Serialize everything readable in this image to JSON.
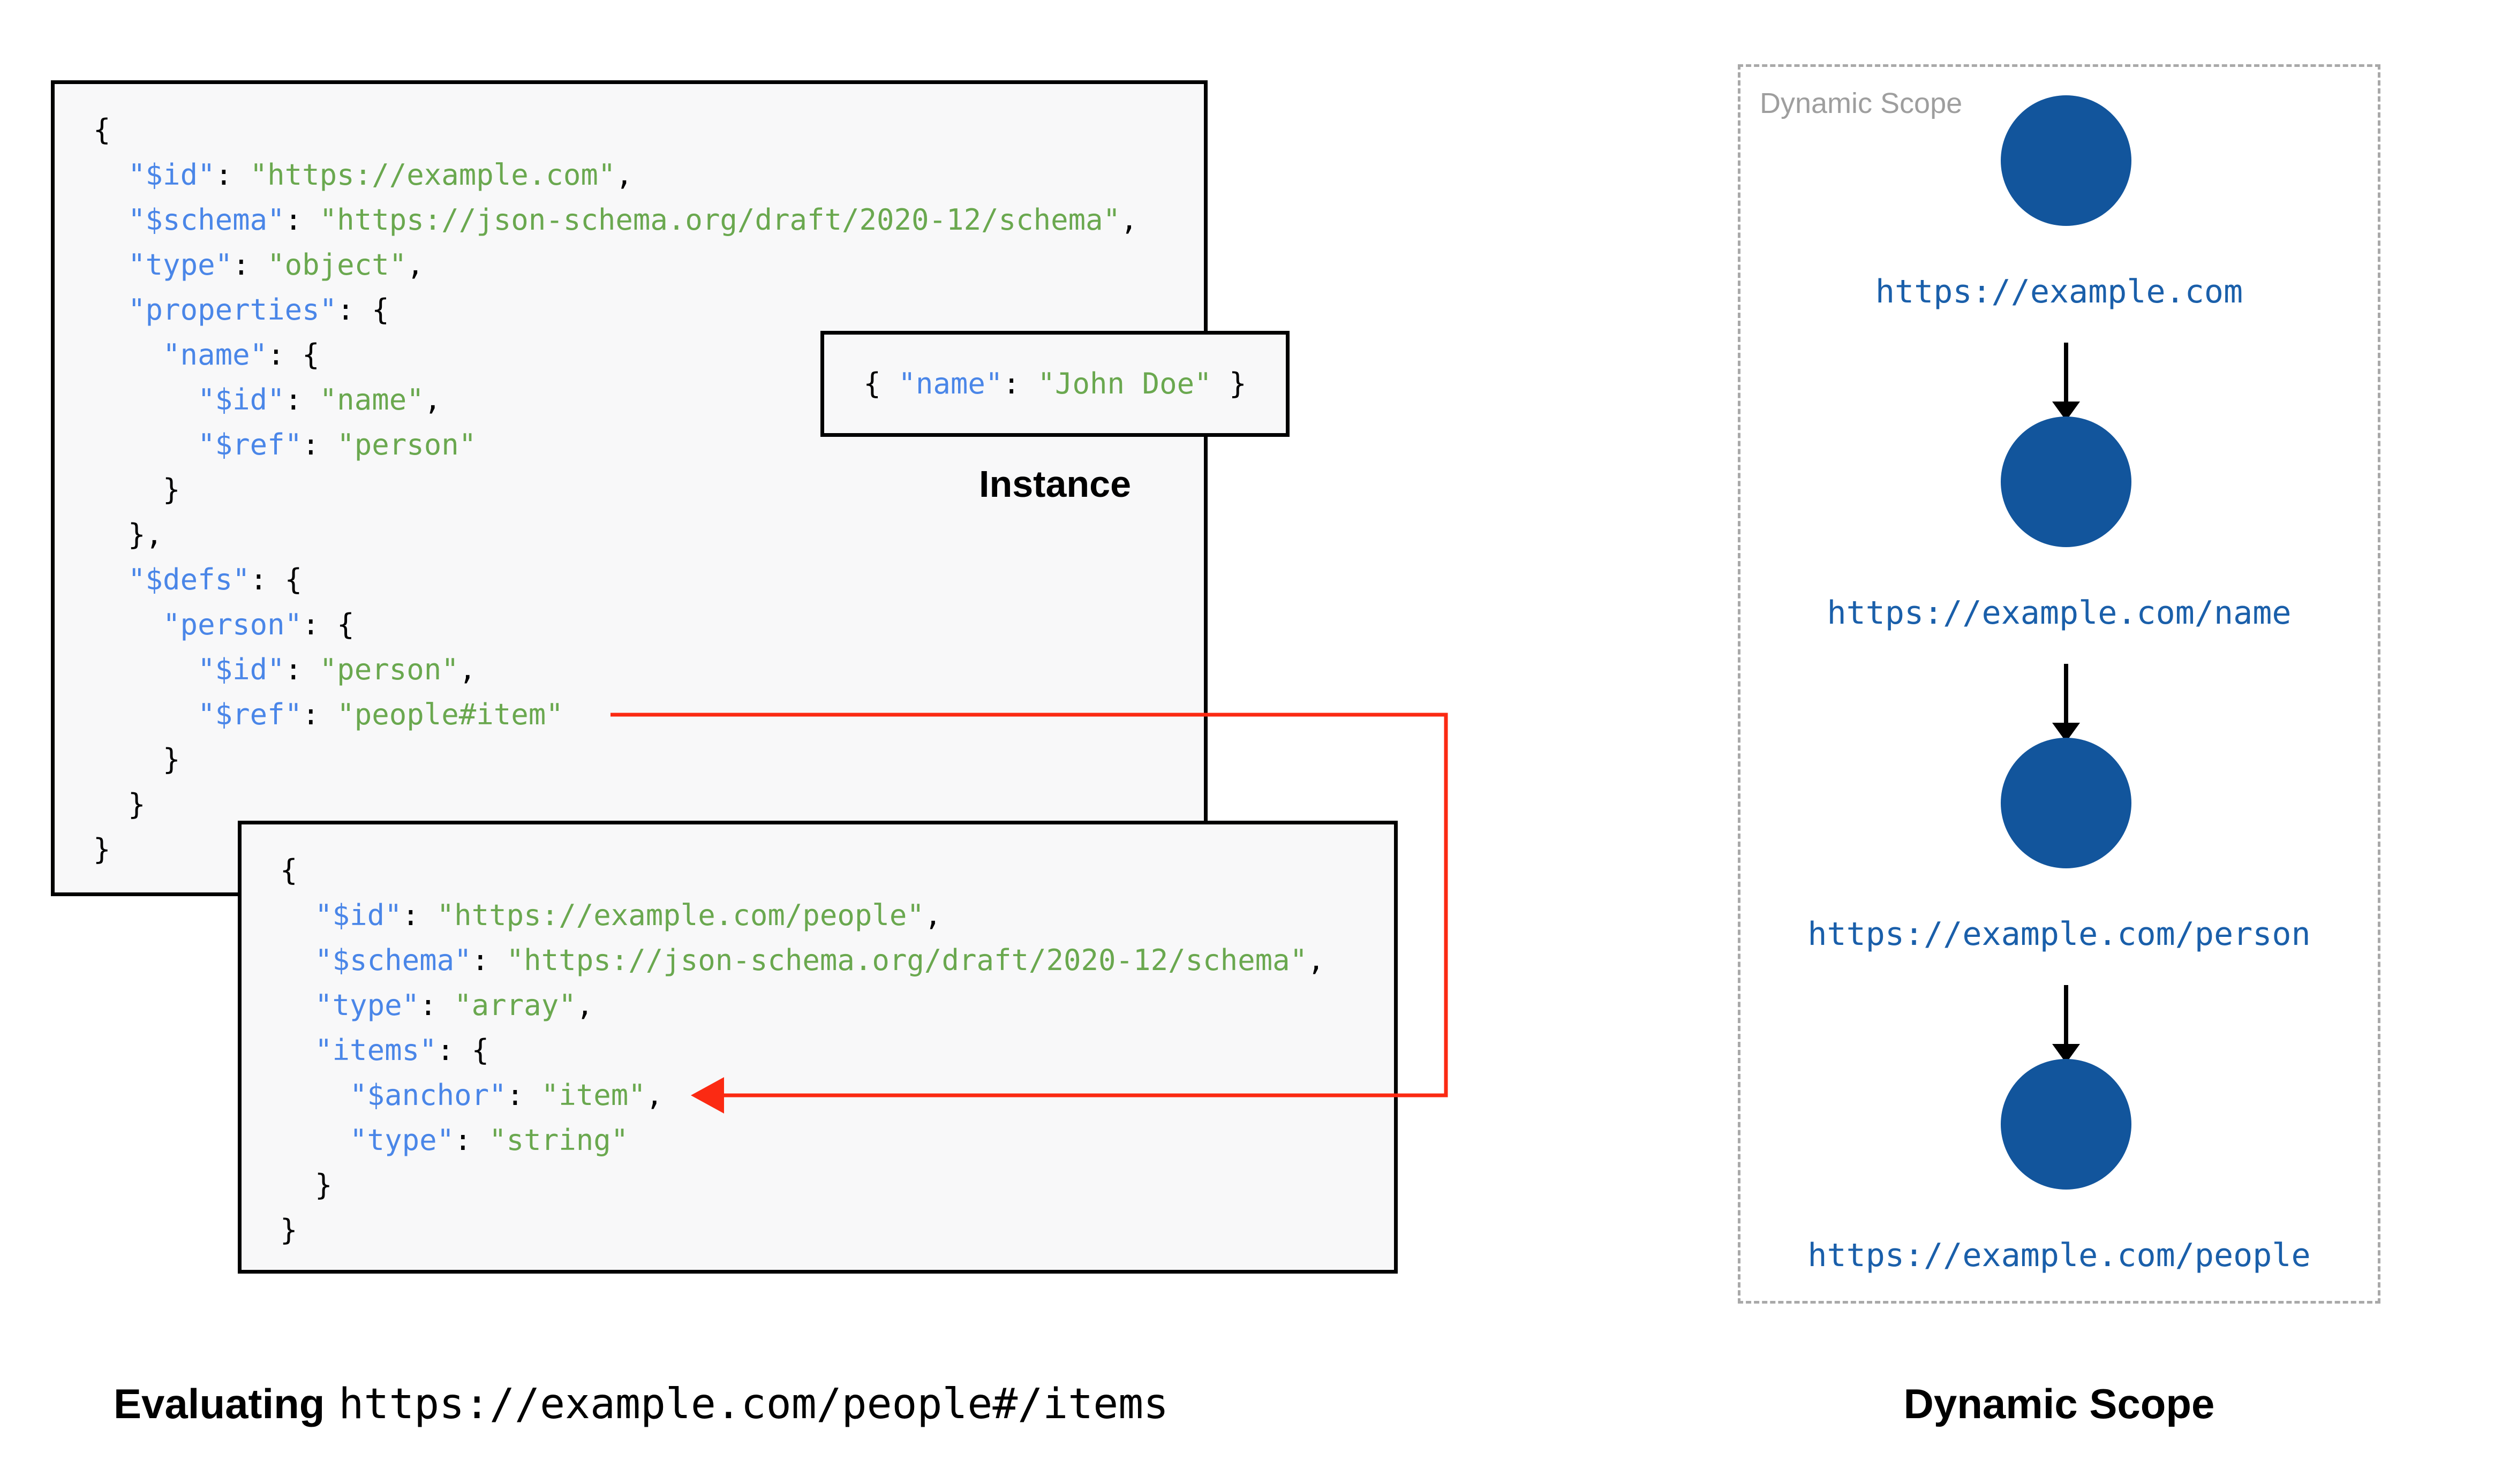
{
  "palette": {
    "key_color": "#4a86e8",
    "string_color": "#6aa84f",
    "punctuation_color": "#000000",
    "circle_color": "#12559c",
    "node_label_color": "#1a5faa",
    "arrow_red": "#fb2a13",
    "box_background": "#f8f8f9",
    "box_border": "#000000",
    "dashed_border": "#a9a9a9",
    "panel_label_gray": "#9e9e9e"
  },
  "schema1": {
    "lines": [
      [
        {
          "c": "p",
          "t": "{"
        }
      ],
      [
        {
          "c": "p",
          "t": "  "
        },
        {
          "c": "k",
          "t": "\"$id\""
        },
        {
          "c": "p",
          "t": ": "
        },
        {
          "c": "s",
          "t": "\"https://example.com\""
        },
        {
          "c": "p",
          "t": ","
        }
      ],
      [
        {
          "c": "p",
          "t": "  "
        },
        {
          "c": "k",
          "t": "\"$schema\""
        },
        {
          "c": "p",
          "t": ": "
        },
        {
          "c": "s",
          "t": "\"https://json-schema.org/draft/2020-12/schema\""
        },
        {
          "c": "p",
          "t": ","
        }
      ],
      [
        {
          "c": "p",
          "t": "  "
        },
        {
          "c": "k",
          "t": "\"type\""
        },
        {
          "c": "p",
          "t": ": "
        },
        {
          "c": "s",
          "t": "\"object\""
        },
        {
          "c": "p",
          "t": ","
        }
      ],
      [
        {
          "c": "p",
          "t": "  "
        },
        {
          "c": "k",
          "t": "\"properties\""
        },
        {
          "c": "p",
          "t": ": {"
        }
      ],
      [
        {
          "c": "p",
          "t": "    "
        },
        {
          "c": "k",
          "t": "\"name\""
        },
        {
          "c": "p",
          "t": ": {"
        }
      ],
      [
        {
          "c": "p",
          "t": "      "
        },
        {
          "c": "k",
          "t": "\"$id\""
        },
        {
          "c": "p",
          "t": ": "
        },
        {
          "c": "s",
          "t": "\"name\""
        },
        {
          "c": "p",
          "t": ","
        }
      ],
      [
        {
          "c": "p",
          "t": "      "
        },
        {
          "c": "k",
          "t": "\"$ref\""
        },
        {
          "c": "p",
          "t": ": "
        },
        {
          "c": "s",
          "t": "\"person\""
        }
      ],
      [
        {
          "c": "p",
          "t": "    }"
        }
      ],
      [
        {
          "c": "p",
          "t": "  },"
        }
      ],
      [
        {
          "c": "p",
          "t": "  "
        },
        {
          "c": "k",
          "t": "\"$defs\""
        },
        {
          "c": "p",
          "t": ": {"
        }
      ],
      [
        {
          "c": "p",
          "t": "    "
        },
        {
          "c": "k",
          "t": "\"person\""
        },
        {
          "c": "p",
          "t": ": {"
        }
      ],
      [
        {
          "c": "p",
          "t": "      "
        },
        {
          "c": "k",
          "t": "\"$id\""
        },
        {
          "c": "p",
          "t": ": "
        },
        {
          "c": "s",
          "t": "\"person\""
        },
        {
          "c": "p",
          "t": ","
        }
      ],
      [
        {
          "c": "p",
          "t": "      "
        },
        {
          "c": "k",
          "t": "\"$ref\""
        },
        {
          "c": "p",
          "t": ": "
        },
        {
          "c": "s",
          "t": "\"people#item\""
        }
      ],
      [
        {
          "c": "p",
          "t": "    }"
        }
      ],
      [
        {
          "c": "p",
          "t": "  }"
        }
      ],
      [
        {
          "c": "p",
          "t": "}"
        }
      ]
    ]
  },
  "schema2": {
    "lines": [
      [
        {
          "c": "p",
          "t": "{"
        }
      ],
      [
        {
          "c": "p",
          "t": "  "
        },
        {
          "c": "k",
          "t": "\"$id\""
        },
        {
          "c": "p",
          "t": ": "
        },
        {
          "c": "s",
          "t": "\"https://example.com/people\""
        },
        {
          "c": "p",
          "t": ","
        }
      ],
      [
        {
          "c": "p",
          "t": "  "
        },
        {
          "c": "k",
          "t": "\"$schema\""
        },
        {
          "c": "p",
          "t": ": "
        },
        {
          "c": "s",
          "t": "\"https://json-schema.org/draft/2020-12/schema\""
        },
        {
          "c": "p",
          "t": ","
        }
      ],
      [
        {
          "c": "p",
          "t": "  "
        },
        {
          "c": "k",
          "t": "\"type\""
        },
        {
          "c": "p",
          "t": ": "
        },
        {
          "c": "s",
          "t": "\"array\""
        },
        {
          "c": "p",
          "t": ","
        }
      ],
      [
        {
          "c": "p",
          "t": "  "
        },
        {
          "c": "k",
          "t": "\"items\""
        },
        {
          "c": "p",
          "t": ": {"
        }
      ],
      [
        {
          "c": "p",
          "t": "    "
        },
        {
          "c": "k",
          "t": "\"$anchor\""
        },
        {
          "c": "p",
          "t": ": "
        },
        {
          "c": "s",
          "t": "\"item\""
        },
        {
          "c": "p",
          "t": ","
        }
      ],
      [
        {
          "c": "p",
          "t": "    "
        },
        {
          "c": "k",
          "t": "\"type\""
        },
        {
          "c": "p",
          "t": ": "
        },
        {
          "c": "s",
          "t": "\"string\""
        }
      ],
      [
        {
          "c": "p",
          "t": "  }"
        }
      ],
      [
        {
          "c": "p",
          "t": "}"
        }
      ]
    ]
  },
  "instance": {
    "label": "Instance",
    "tokens": [
      {
        "c": "p",
        "t": "{ "
      },
      {
        "c": "k",
        "t": "\"name\""
      },
      {
        "c": "p",
        "t": ": "
      },
      {
        "c": "s",
        "t": "\"John Doe\""
      },
      {
        "c": "p",
        "t": " }"
      }
    ]
  },
  "dynamic_scope": {
    "panel_label": "Dynamic Scope",
    "caption": "Dynamic Scope",
    "nodes": [
      "https://example.com",
      "https://example.com/name",
      "https://example.com/person",
      "https://example.com/people"
    ]
  },
  "caption": {
    "prefix": "Evaluating",
    "uri": "https://example.com/people#/items"
  }
}
